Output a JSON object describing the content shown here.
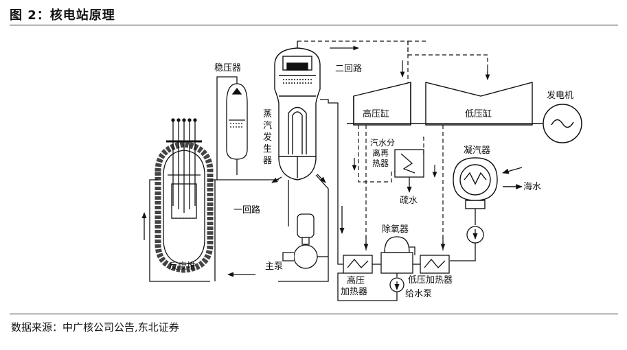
{
  "figure": {
    "title": "图 2：核电站原理",
    "source": "数据来源：中广核公司公告,东北证券"
  },
  "labels": {
    "pressurizer": "稳压器",
    "steam_generator": [
      "蒸",
      "汽",
      "发",
      "生",
      "器"
    ],
    "secondary_loop": "二回路",
    "primary_loop": "一回路",
    "hp_cylinder": "高压缸",
    "lp_cylinder": "低压缸",
    "generator": "发电机",
    "moisture_separator": [
      "汽水分",
      "离再",
      "热器"
    ],
    "drain": "疏水",
    "condenser": "凝汽器",
    "seawater": "海水",
    "deaerator": "除氧器",
    "reactor": "反应堆",
    "main_pump": "主泵",
    "hp_heater": [
      "高压",
      "加热器"
    ],
    "lp_heater": "低压加热器",
    "feed_pump": "给水泵"
  }
}
